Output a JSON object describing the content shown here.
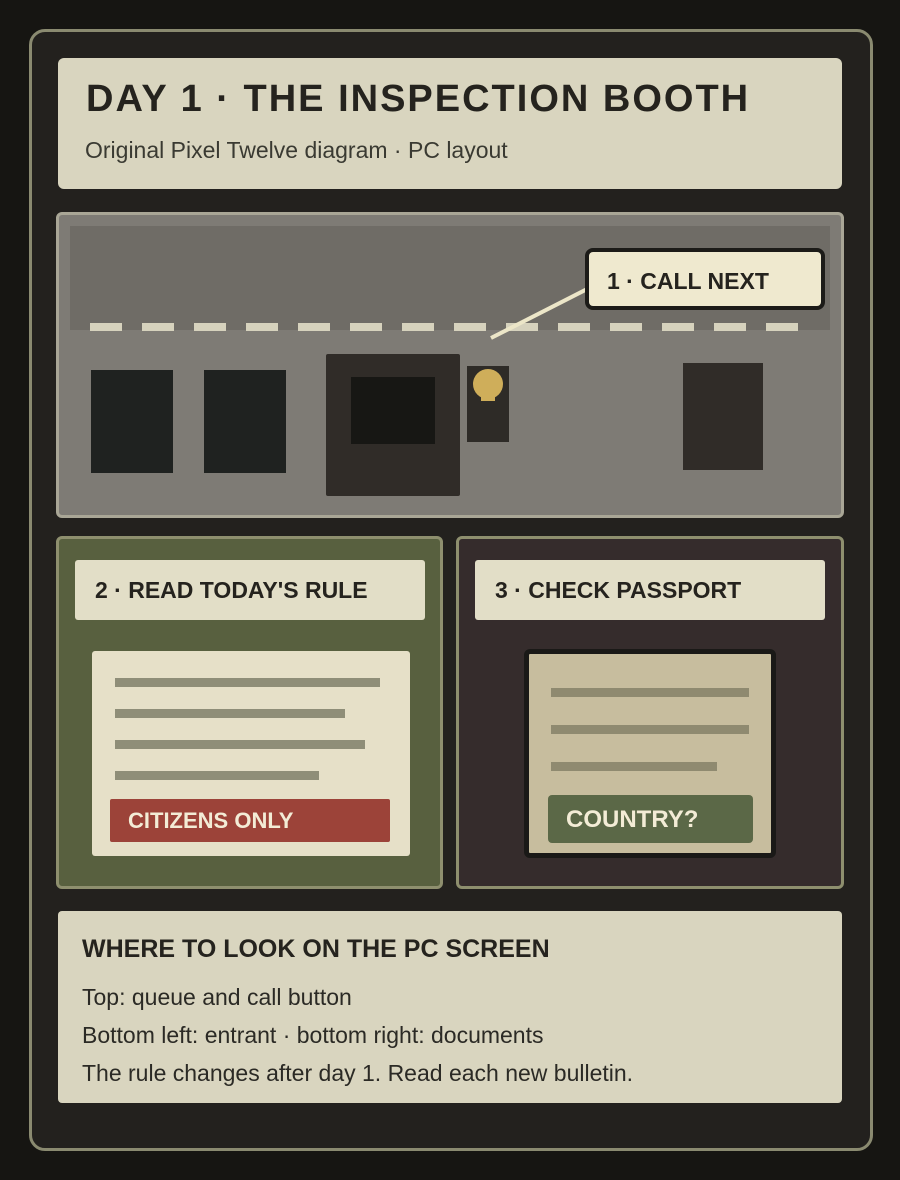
{
  "header": {
    "title": "DAY 1 · THE INSPECTION BOOTH",
    "subtitle": "Original Pixel Twelve diagram · PC layout"
  },
  "scene": {
    "call_button": "1 · CALL NEXT",
    "bell_icon": "bell-icon"
  },
  "rule_panel": {
    "label": "2 · READ TODAY'S RULE",
    "stamp": "CITIZENS ONLY"
  },
  "passport_panel": {
    "label": "3 · CHECK PASSPORT",
    "stamp": "COUNTRY?"
  },
  "info": {
    "title": "WHERE TO LOOK ON THE PC SCREEN",
    "lines": [
      "Top: queue and call button",
      "Bottom left: entrant · bottom right: documents",
      "The rule changes after day 1. Read each new bulletin."
    ]
  },
  "colors": {
    "accent_red": "#9c4339",
    "accent_green": "#5b6847",
    "bell_gold": "#cfae5a",
    "panel_cream": "#d9d5bf"
  }
}
